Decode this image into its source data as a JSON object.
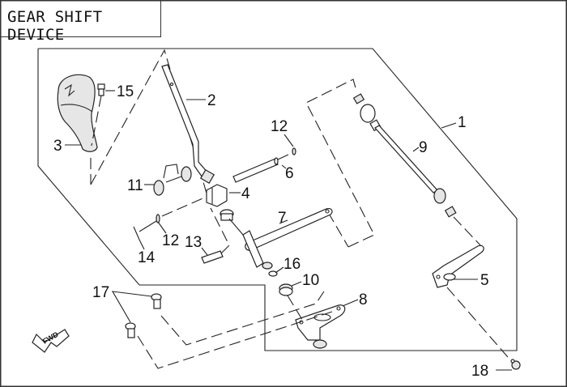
{
  "title": "GEAR SHIFT DEVICE",
  "direction_badge": "FWD",
  "callouts": [
    {
      "id": "1",
      "label": "1",
      "part": "shift-assembly"
    },
    {
      "id": "2",
      "label": "2",
      "part": "shift-lever"
    },
    {
      "id": "3",
      "label": "3",
      "part": "shift-knob"
    },
    {
      "id": "4",
      "label": "4",
      "part": "lever-bracket"
    },
    {
      "id": "5",
      "label": "5",
      "part": "shift-arm"
    },
    {
      "id": "6",
      "label": "6",
      "part": "pivot-shaft"
    },
    {
      "id": "7",
      "label": "7",
      "part": "shift-rod-arm"
    },
    {
      "id": "8",
      "label": "8",
      "part": "mounting-bracket"
    },
    {
      "id": "9",
      "label": "9",
      "part": "linkage-rod"
    },
    {
      "id": "10",
      "label": "10",
      "part": "bushing"
    },
    {
      "id": "11",
      "label": "11",
      "part": "return-spring"
    },
    {
      "id": "12a",
      "label": "12",
      "part": "washer-upper"
    },
    {
      "id": "12b",
      "label": "12",
      "part": "washer-lower"
    },
    {
      "id": "13",
      "label": "13",
      "part": "bolt"
    },
    {
      "id": "14",
      "label": "14",
      "part": "cotter-pin"
    },
    {
      "id": "15",
      "label": "15",
      "part": "knob-screw"
    },
    {
      "id": "16",
      "label": "16",
      "part": "o-ring"
    },
    {
      "id": "17",
      "label": "17",
      "part": "flange-bolts"
    },
    {
      "id": "18",
      "label": "18",
      "part": "nut"
    }
  ]
}
